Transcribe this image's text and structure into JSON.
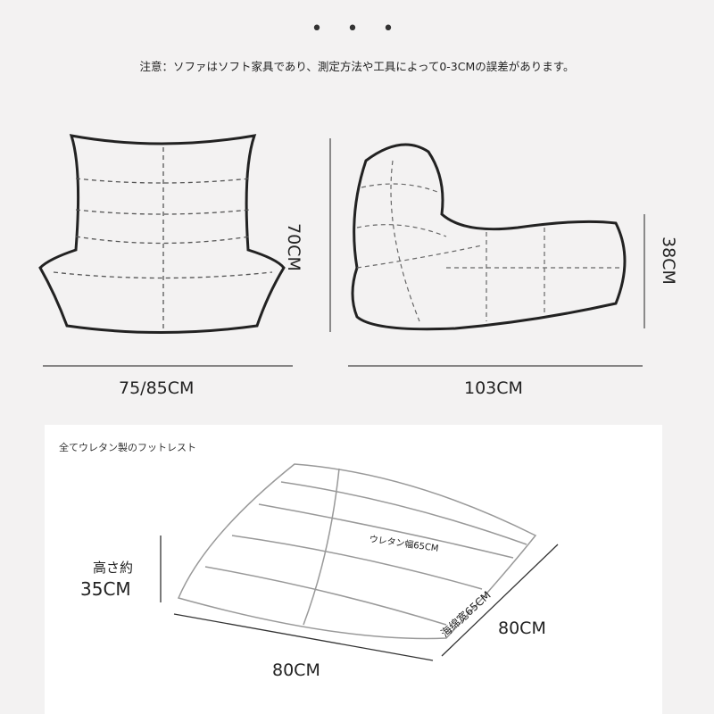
{
  "header": {
    "dots": "• • •",
    "note": "注意：ソファはソフト家具であり、測定方法や工具によって0-3CMの誤差があります。"
  },
  "front_view": {
    "width_label": "75/85CM",
    "height_label": "70CM"
  },
  "side_view": {
    "depth_label": "103CM",
    "seat_height_label": "38CM"
  },
  "footrest": {
    "title": "全てウレタン製のフットレスト",
    "height_label_line1": "高さ約",
    "height_label_line2": "35CM",
    "width_label": "80CM",
    "depth_label": "80CM",
    "urethan_label": "ウレタン幅65CM",
    "sponge_label": "海绵宽65CM"
  }
}
